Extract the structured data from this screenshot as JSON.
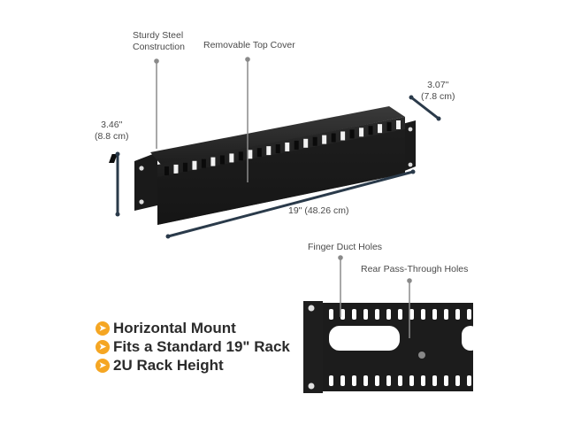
{
  "callouts": {
    "sturdy_steel_line1": "Sturdy Steel",
    "sturdy_steel_line2": "Construction",
    "removable_top_cover": "Removable Top Cover",
    "finger_duct_holes": "Finger Duct Holes",
    "rear_pass_through_holes": "Rear Pass-Through Holes"
  },
  "dimensions": {
    "height_in": "3.46\"",
    "height_cm": "(8.8 cm)",
    "depth_in": "3.07\"",
    "depth_cm": "(7.8 cm)",
    "width": "19\" (48.26 cm)"
  },
  "features": [
    {
      "icon": "chevron-right-icon",
      "label": "Horizontal Mount"
    },
    {
      "icon": "chevron-right-icon",
      "label": "Fits a Standard 19\" Rack"
    },
    {
      "icon": "chevron-right-icon",
      "label": "2U Rack Height"
    }
  ],
  "colors": {
    "accent": "#f5a623",
    "panel": "#1c1c1c",
    "dimension_line": "#2a3a4a"
  }
}
